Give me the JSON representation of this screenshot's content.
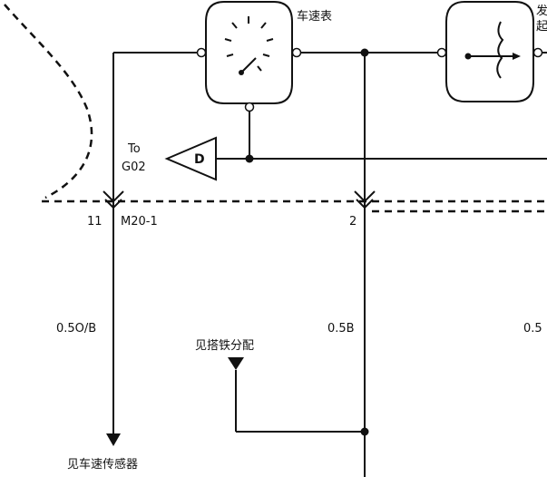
{
  "components": {
    "speedometer_label": "车速表",
    "tach_label_partial": "发\n起"
  },
  "offpage": {
    "to_line1": "To",
    "to_line2": "G02",
    "letter": "D"
  },
  "connector": {
    "pin_left": "11",
    "name": "M20-1",
    "pin_right": "2"
  },
  "wires": {
    "left_wire": "0.5O/B",
    "mid_wire": "0.5B",
    "right_wire_partial": "0.5"
  },
  "notes": {
    "ground_ref": "见搭铁分配",
    "sensor_ref": "见车速传感器"
  }
}
